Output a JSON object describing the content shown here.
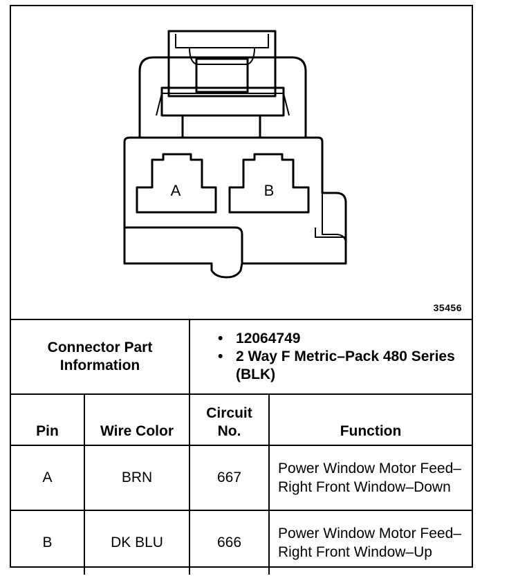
{
  "figure": {
    "id": "35456",
    "pins": [
      "A",
      "B"
    ]
  },
  "connector": {
    "label": "Connector Part Information",
    "info": [
      "12064749",
      "2 Way F Metric–Pack 480 Series (BLK)"
    ]
  },
  "table": {
    "headers": {
      "pin": "Pin",
      "wire_color": "Wire Color",
      "circuit": "Circuit No.",
      "function": "Function"
    },
    "rows": [
      {
        "pin": "A",
        "wire_color": "BRN",
        "circuit": "667",
        "function": "Power Window Motor Feed–Right Front Window–Down"
      },
      {
        "pin": "B",
        "wire_color": "DK BLU",
        "circuit": "666",
        "function": "Power Window Motor Feed–Right Front Window–Up"
      }
    ]
  }
}
